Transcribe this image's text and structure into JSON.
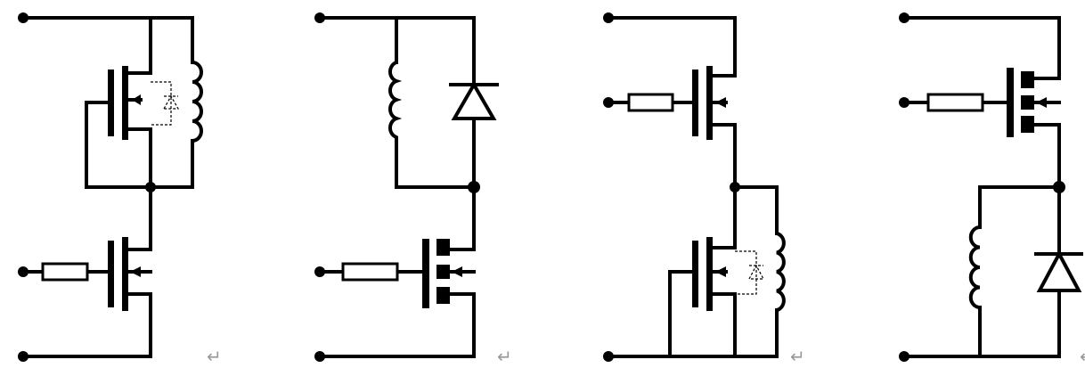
{
  "figure": {
    "panels": [
      {
        "id": "panel-1",
        "return_mark": "↵"
      },
      {
        "id": "panel-2",
        "return_mark": "↵"
      },
      {
        "id": "panel-3",
        "return_mark": "↵"
      },
      {
        "id": "panel-4",
        "return_mark": "↵"
      }
    ],
    "ink_color": "#000000",
    "mark_color": "#9a9a9a"
  }
}
